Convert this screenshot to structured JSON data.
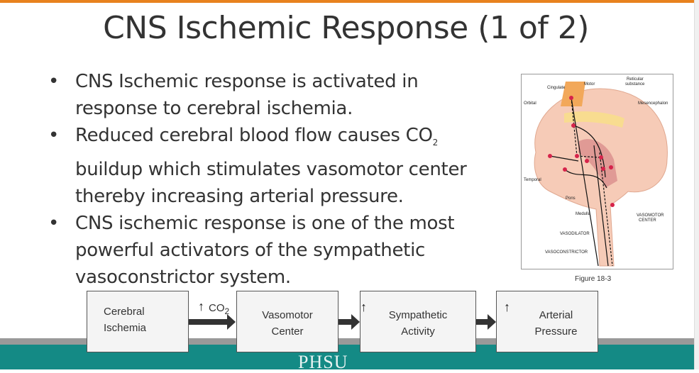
{
  "title": "CNS Ischemic Response (1 of 2)",
  "bullets": [
    {
      "text": "CNS Ischemic response is activated in response to cerebral ischemia."
    },
    {
      "pre": "Reduced cerebral blood flow causes CO",
      "sub": "2",
      "post": " buildup which stimulates vasomotor center thereby increasing arterial pressure."
    },
    {
      "text": "CNS ischemic response is one of the most powerful activators of the sympathetic vasoconstrictor system."
    }
  ],
  "bullet_char": "•",
  "figure": {
    "caption": "Figure 18-3",
    "labels": {
      "cingulate": "Cingulate",
      "motor": "Motor",
      "reticular1": "Reticular",
      "reticular2": "substance",
      "orbital": "Orbital",
      "mesencephalon": "Mesencephalon",
      "temporal": "Temporal",
      "pons": "Pons",
      "medulla": "Medulla",
      "vasomotor1": "VASOMOTOR",
      "vasomotor2": "CENTER",
      "vasodilator": "VASODILATOR",
      "vasoconstrictor": "VASOCONSTRICTOR"
    }
  },
  "flow": {
    "boxes": [
      {
        "line1": "Cerebral",
        "line2": "Ischemia"
      },
      {
        "line1": "Vasomotor",
        "line2": "Center"
      },
      {
        "line1": "Sympathetic",
        "line2": "Activity"
      },
      {
        "line1": "Arterial",
        "line2": "Pressure"
      }
    ],
    "co2_main": "CO",
    "co2_sub": "2",
    "up_arrow": "↑"
  },
  "footer": {
    "logo": "PHSU"
  },
  "colors": {
    "accent": "#e8821e",
    "footer": "#148a85"
  }
}
